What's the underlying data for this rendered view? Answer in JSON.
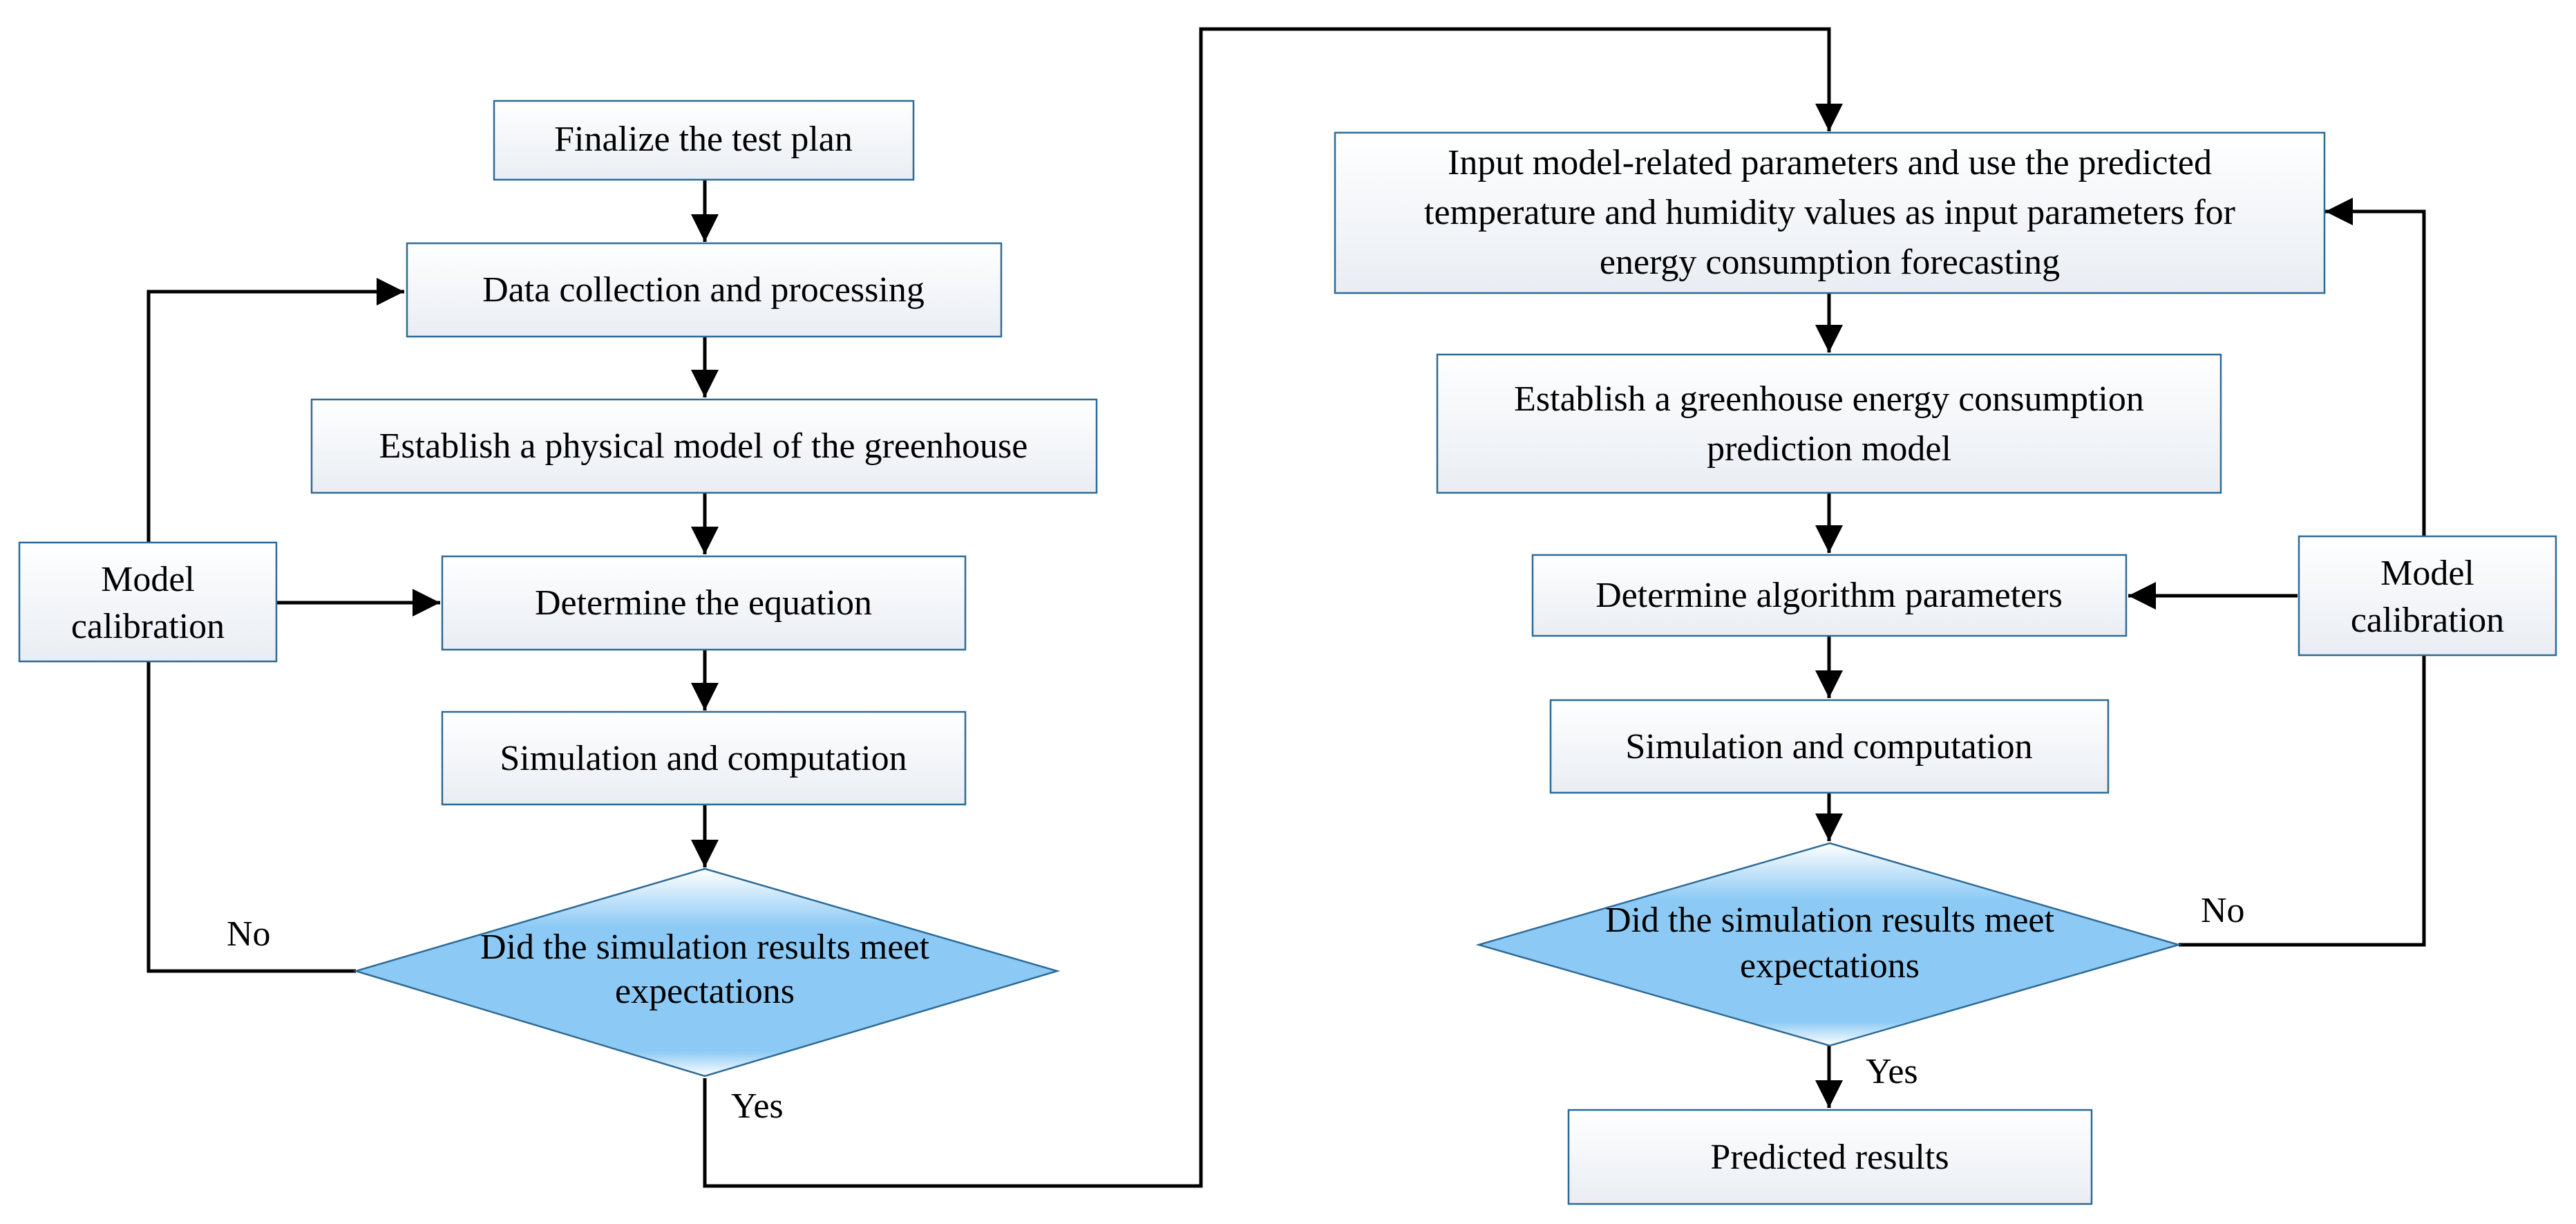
{
  "colors": {
    "line": "#000000",
    "box_border": "#2e6a96",
    "box_fill_top": "#ffffff",
    "box_fill_bottom": "#e9edf3",
    "diamond_fill": "#8ccaf5",
    "diamond_highlight": "#ffffff"
  },
  "left_flow": {
    "test_plan": "Finalize the test plan",
    "data_collection": "Data collection and processing",
    "physical_model": "Establish a physical model of the greenhouse",
    "equation": "Determine the equation",
    "simulation": "Simulation and computation",
    "decision_lines": [
      "Did the simulation results meet",
      "expectations"
    ],
    "calibration_lines": [
      "Model",
      "calibration"
    ],
    "no_label": "No",
    "yes_label": "Yes"
  },
  "right_flow": {
    "input_lines": [
      "Input model-related parameters and use the predicted",
      "temperature and humidity values as input parameters for",
      "energy consumption forecasting"
    ],
    "energy_model_lines": [
      "Establish a greenhouse energy consumption",
      "prediction model"
    ],
    "algorithm_params": "Determine algorithm parameters",
    "simulation": "Simulation and computation",
    "decision_lines": [
      "Did the simulation results meet",
      "expectations"
    ],
    "calibration_lines": [
      "Model",
      "calibration"
    ],
    "no_label": "No",
    "yes_label": "Yes",
    "predicted": "Predicted results"
  }
}
